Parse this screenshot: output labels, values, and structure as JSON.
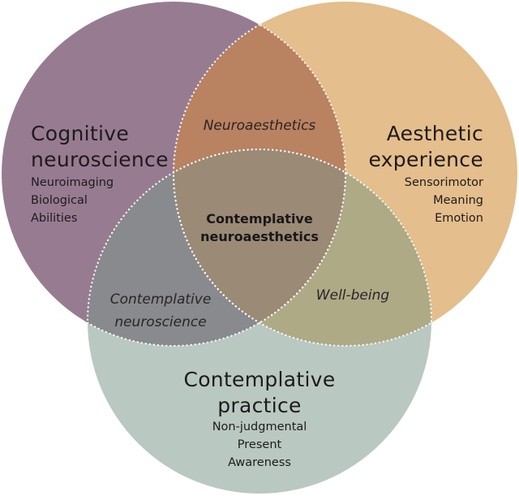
{
  "diagram": {
    "type": "venn",
    "colors": {
      "cognitive_neuroscience": "#977c91",
      "aesthetic_experience": "#e4be8c",
      "contemplative_practice": "#b9c8c1",
      "neuroaesthetics": "#b98261",
      "contemplative_neuroscience": "#888a8e",
      "well_being": "#aeaa86",
      "center": "#9a8a76",
      "divider": "#ffffff"
    },
    "sets": [
      {
        "id": "cognitive_neuroscience",
        "title_lines": [
          "Cognitive",
          "neuroscience"
        ],
        "items": [
          "Neuroimaging",
          "Biological",
          "Abilities"
        ]
      },
      {
        "id": "aesthetic_experience",
        "title_lines": [
          "Aesthetic",
          "experience"
        ],
        "items": [
          "Sensorimotor",
          "Meaning",
          "Emotion"
        ]
      },
      {
        "id": "contemplative_practice",
        "title_lines": [
          "Contemplative",
          "practice"
        ],
        "items": [
          "Non-judgmental",
          "Present",
          "Awareness"
        ]
      }
    ],
    "intersections": {
      "cognitive_aesthetic": "Neuroaesthetics",
      "cognitive_contemplative": [
        "Contemplative",
        "neuroscience"
      ],
      "aesthetic_contemplative": "Well-being",
      "all_three": [
        "Contemplative",
        "neuroaesthetics"
      ]
    }
  }
}
